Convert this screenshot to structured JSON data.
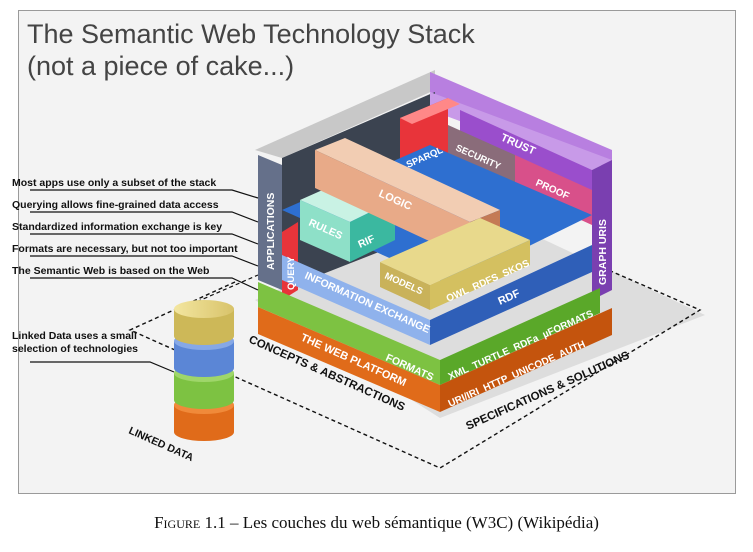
{
  "title": {
    "line1": "The Semantic Web Technology Stack",
    "line2": "(not a piece of cake...)"
  },
  "notes": [
    "Most apps use only a subset of the stack",
    "Querying allows fine-grained data access",
    "Standardized information exchange is key",
    "Formats are necessary, but not too important",
    "The Semantic Web is based on the Web"
  ],
  "linked_data_note": "Linked Data uses a small selection of technologies",
  "blocks": {
    "applications": "APPLICATIONS",
    "graph_uris": "GRAPH URIS",
    "trust": "TRUST",
    "sparql": "SPARQL",
    "security": "SECURITY",
    "proof": "PROOF",
    "logic": "LOGIC",
    "rules": "RULES",
    "rif": "RIF",
    "query": "QUERY",
    "models": "MODELS",
    "owl_rdfs_skos": "OWL  RDFS  SKOS",
    "information_exchange": "INFORMATION EXCHANGE",
    "rdf": "RDF",
    "the_web_platform": "THE WEB PLATFORM",
    "formats": "FORMATS",
    "xml_formats": "XML  TURTLE  RDFa  µFORMATS",
    "uri_iri": "URI/IRI  HTTP  UNICODE  AUTH"
  },
  "ground_labels": {
    "concepts": "CONCEPTS & ABSTRACTIONS",
    "specifications": "SPECIFICATIONS & SOLUTIONS",
    "linked_data": "LINKED DATA"
  },
  "caption": {
    "figure": "Figure 1.1",
    "text": " – Les couches du web sémantique (W3C) (Wikipédia)"
  },
  "colors": {
    "orange": "#e06b1a",
    "green": "#7dc242",
    "blue": "#5b86d6",
    "khaki": "#cdb858",
    "red": "#e8343a",
    "purple": "#b07ad8",
    "slate": "#65708a",
    "salmon": "#e5a98c",
    "mint": "#8ee0c8"
  }
}
